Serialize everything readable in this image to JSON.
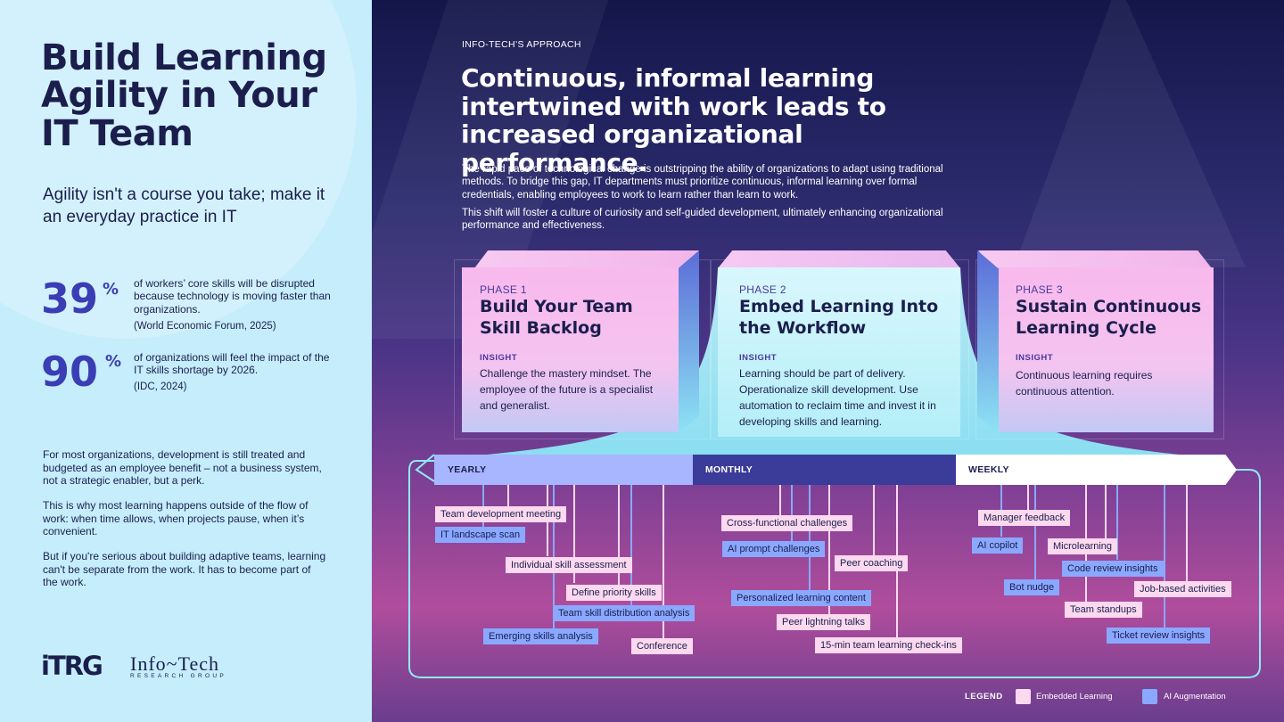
{
  "left": {
    "title": "Build Learning Agility in Your IT Team",
    "subtitle": "Agility isn't a course you take; make it an everyday practice in IT",
    "stats": [
      {
        "number": "39",
        "unit": "%",
        "text": "of workers’ core skills will be disrupted because technology is moving faster than organizations.",
        "source": "(World Economic Forum, 2025)"
      },
      {
        "number": "90",
        "unit": "%",
        "text": "of organizations will feel the impact of the IT skills shortage by 2026.",
        "source": "(IDC, 2024)"
      }
    ],
    "paragraphs": [
      "For most organizations, development is still treated and budgeted as an employee benefit – not a business system, not a strategic enabler, but a perk.",
      "This is why most learning happens outside of the flow of work: when time allows, when projects pause, when it’s convenient.",
      "But if you're serious about building adaptive teams, learning can't be separate from the work. It has to become part of the work."
    ],
    "logos": {
      "itrg": "iTRG",
      "infotech": "Info~Tech",
      "research_group": "RESEARCH GROUP"
    }
  },
  "right": {
    "eyebrow": "INFO-TECH’S APPROACH",
    "headline": "Continuous, informal learning intertwined with work leads to increased organizational performance.",
    "intro": [
      "The rapid pace of technological change is outstripping the ability of organizations to adapt using traditional methods. To bridge this gap, IT departments must prioritize continuous, informal learning over formal credentials, enabling employees to work to learn rather than learn to work.",
      "This shift will foster a culture of curiosity and self-guided development, ultimately enhancing organizational performance and effectiveness."
    ],
    "insight_label": "INSIGHT",
    "phases": [
      {
        "label": "PHASE 1",
        "title": "Build Your Team Skill Backlog",
        "insight": "Challenge the mastery mindset. The employee of the future is a specialist and generalist."
      },
      {
        "label": "PHASE 2",
        "title": "Embed Learning Into the Workflow",
        "insight": "Learning should be part of delivery. Operationalize skill development. Use automation to reclaim time and invest it in developing skills and learning."
      },
      {
        "label": "PHASE 3",
        "title": "Sustain Continuous Learning Cycle",
        "insight": "Continuous learning requires continuous attention."
      }
    ],
    "timeline": {
      "yearly": "YEARLY",
      "monthly": "MONTHLY",
      "weekly": "WEEKLY"
    },
    "activities": {
      "yearly": [
        {
          "label": "Team development meeting",
          "kind": "emb"
        },
        {
          "label": "IT landscape scan",
          "kind": "ai"
        },
        {
          "label": "Individual skill assessment",
          "kind": "emb"
        },
        {
          "label": "Define priority skills",
          "kind": "emb"
        },
        {
          "label": "Team skill distribution analysis",
          "kind": "ai"
        },
        {
          "label": "Emerging skills analysis",
          "kind": "ai"
        },
        {
          "label": "Conference",
          "kind": "emb"
        }
      ],
      "monthly": [
        {
          "label": "Cross-functional challenges",
          "kind": "emb"
        },
        {
          "label": "AI prompt challenges",
          "kind": "ai"
        },
        {
          "label": "Peer coaching",
          "kind": "emb"
        },
        {
          "label": "Personalized learning content",
          "kind": "ai"
        },
        {
          "label": "Peer lightning talks",
          "kind": "emb"
        },
        {
          "label": "15-min team learning check-ins",
          "kind": "emb"
        }
      ],
      "weekly": [
        {
          "label": "Manager feedback",
          "kind": "emb"
        },
        {
          "label": "AI copilot",
          "kind": "ai"
        },
        {
          "label": "Microlearning",
          "kind": "emb"
        },
        {
          "label": "Code review insights",
          "kind": "ai"
        },
        {
          "label": "Bot nudge",
          "kind": "ai"
        },
        {
          "label": "Job-based activities",
          "kind": "emb"
        },
        {
          "label": "Team standups",
          "kind": "emb"
        },
        {
          "label": "Ticket review insights",
          "kind": "ai"
        }
      ]
    },
    "legend": {
      "title": "LEGEND",
      "embedded": "Embedded Learning",
      "ai": "AI Augmentation",
      "embedded_color": "#fcd9ef",
      "ai_color": "#8aa8ff"
    }
  }
}
